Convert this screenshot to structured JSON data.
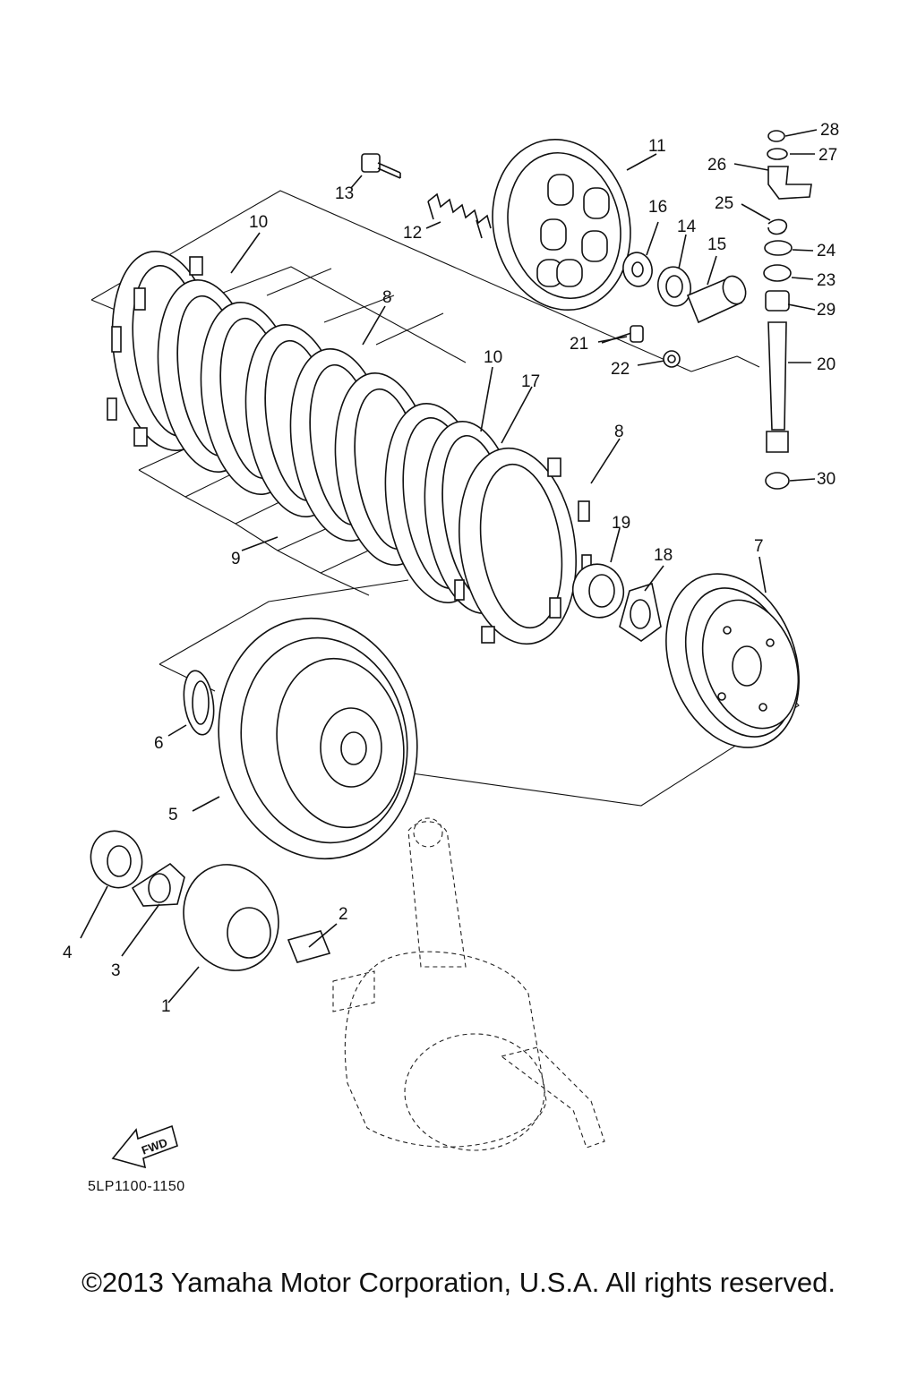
{
  "diagram": {
    "drawing_code": "5LP1100-1150",
    "fwd_label": "FWD",
    "callouts": [
      {
        "id": "p1",
        "label": "1"
      },
      {
        "id": "p2",
        "label": "2"
      },
      {
        "id": "p3",
        "label": "3"
      },
      {
        "id": "p4",
        "label": "4"
      },
      {
        "id": "p5",
        "label": "5"
      },
      {
        "id": "p6",
        "label": "6"
      },
      {
        "id": "p7",
        "label": "7"
      },
      {
        "id": "p8a",
        "label": "8"
      },
      {
        "id": "p8b",
        "label": "8"
      },
      {
        "id": "p9",
        "label": "9"
      },
      {
        "id": "p10a",
        "label": "10"
      },
      {
        "id": "p10b",
        "label": "10"
      },
      {
        "id": "p11",
        "label": "11"
      },
      {
        "id": "p12",
        "label": "12"
      },
      {
        "id": "p13",
        "label": "13"
      },
      {
        "id": "p14",
        "label": "14"
      },
      {
        "id": "p15",
        "label": "15"
      },
      {
        "id": "p16",
        "label": "16"
      },
      {
        "id": "p17",
        "label": "17"
      },
      {
        "id": "p18",
        "label": "18"
      },
      {
        "id": "p19",
        "label": "19"
      },
      {
        "id": "p20",
        "label": "20"
      },
      {
        "id": "p21",
        "label": "21"
      },
      {
        "id": "p22",
        "label": "22"
      },
      {
        "id": "p23",
        "label": "23"
      },
      {
        "id": "p24",
        "label": "24"
      },
      {
        "id": "p25",
        "label": "25"
      },
      {
        "id": "p26",
        "label": "26"
      },
      {
        "id": "p27",
        "label": "27"
      },
      {
        "id": "p28",
        "label": "28"
      },
      {
        "id": "p29",
        "label": "29"
      },
      {
        "id": "p30",
        "label": "30"
      }
    ]
  },
  "footer": {
    "copyright": "©2013 Yamaha Motor Corporation, U.S.A. All rights reserved."
  }
}
